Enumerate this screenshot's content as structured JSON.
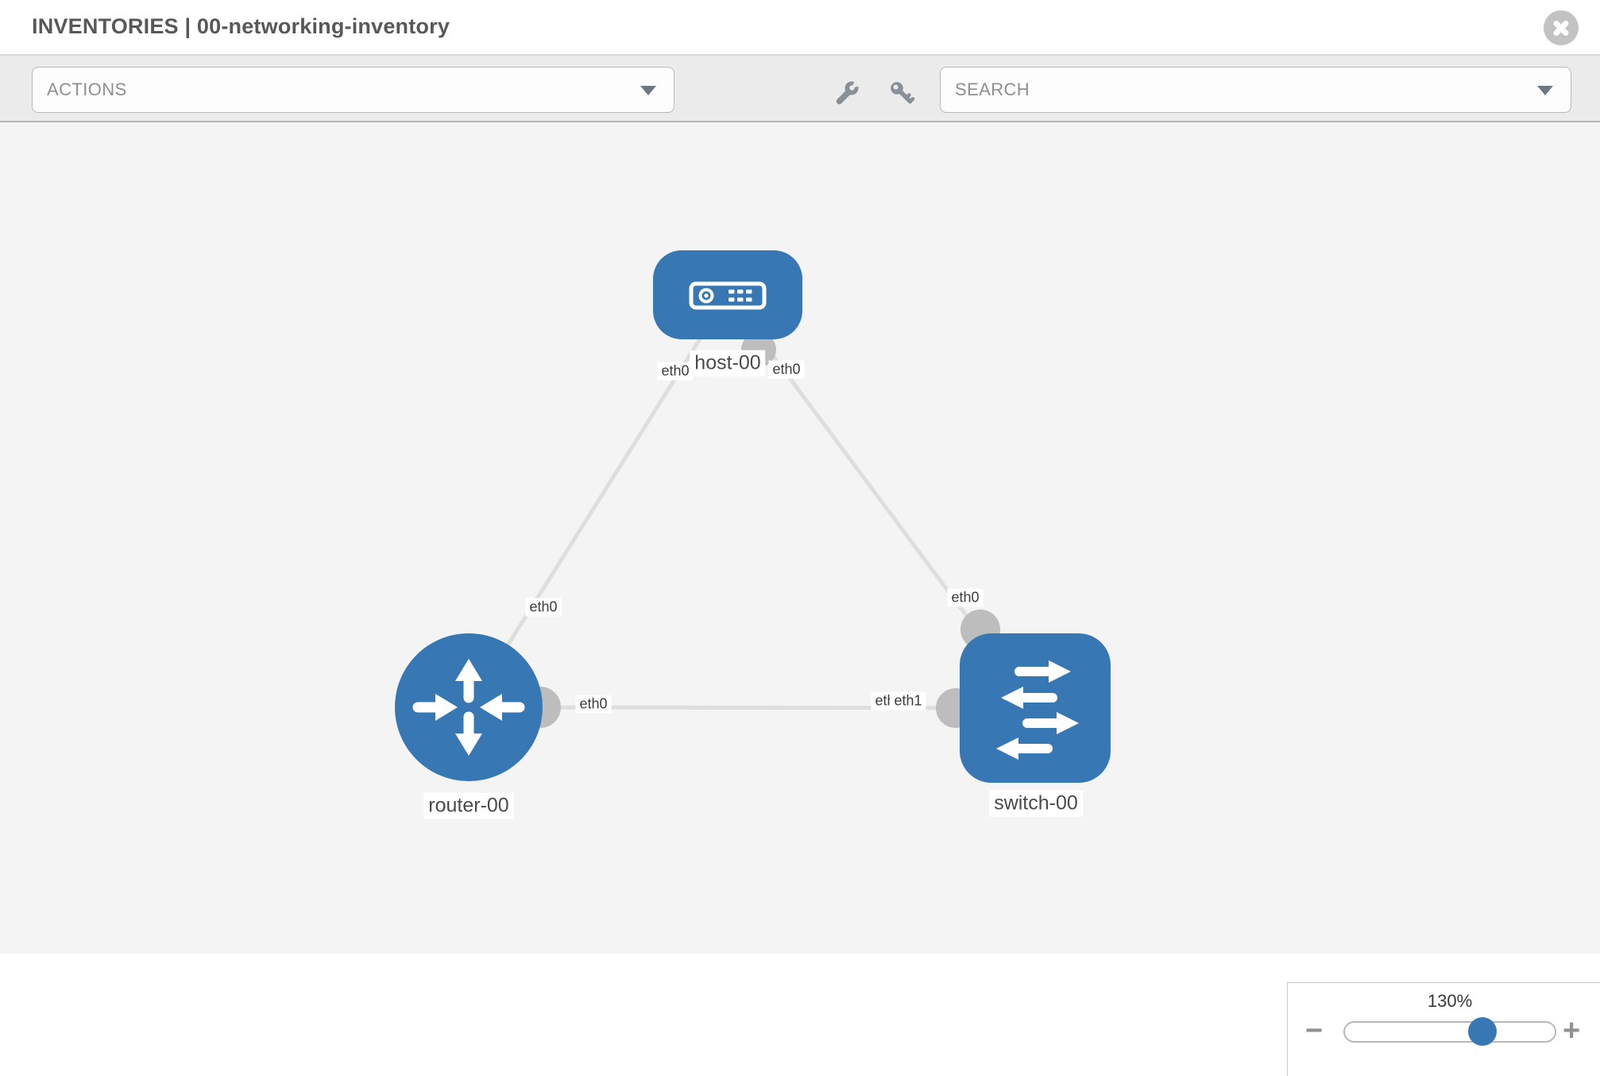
{
  "header": {
    "title": "INVENTORIES | 00-networking-inventory"
  },
  "toolbar": {
    "actions_label": "ACTIONS",
    "search_label": "SEARCH"
  },
  "topology": {
    "nodes": [
      {
        "id": "host-00",
        "type": "host",
        "label": "host-00"
      },
      {
        "id": "router-00",
        "type": "router",
        "label": "router-00"
      },
      {
        "id": "switch-00",
        "type": "switch",
        "label": "switch-00"
      }
    ],
    "links": [
      {
        "from": "host-00",
        "from_iface": "eth0",
        "to": "router-00",
        "to_iface": "eth0"
      },
      {
        "from": "host-00",
        "from_iface": "eth0",
        "to": "switch-00",
        "to_iface": "eth0"
      },
      {
        "from": "router-00",
        "from_iface": "eth0",
        "to": "switch-00",
        "to_iface": "eth1"
      }
    ],
    "iface_labels": {
      "host_left": "eth0",
      "host_right": "eth0",
      "router_top": "eth0",
      "router_right": "eth0",
      "switch_mid_back": "eth0",
      "switch_mid_front": "eth1",
      "switch_top": "eth0"
    }
  },
  "zoom_control": {
    "level": "130%",
    "minus": "−",
    "plus": "+"
  },
  "colors": {
    "node_blue": "#3778b4",
    "link_gray": "#dedede",
    "connector_gray": "#bdbdbd",
    "toolbar_bg": "#ebebeb",
    "canvas_bg": "#f4f4f4"
  }
}
